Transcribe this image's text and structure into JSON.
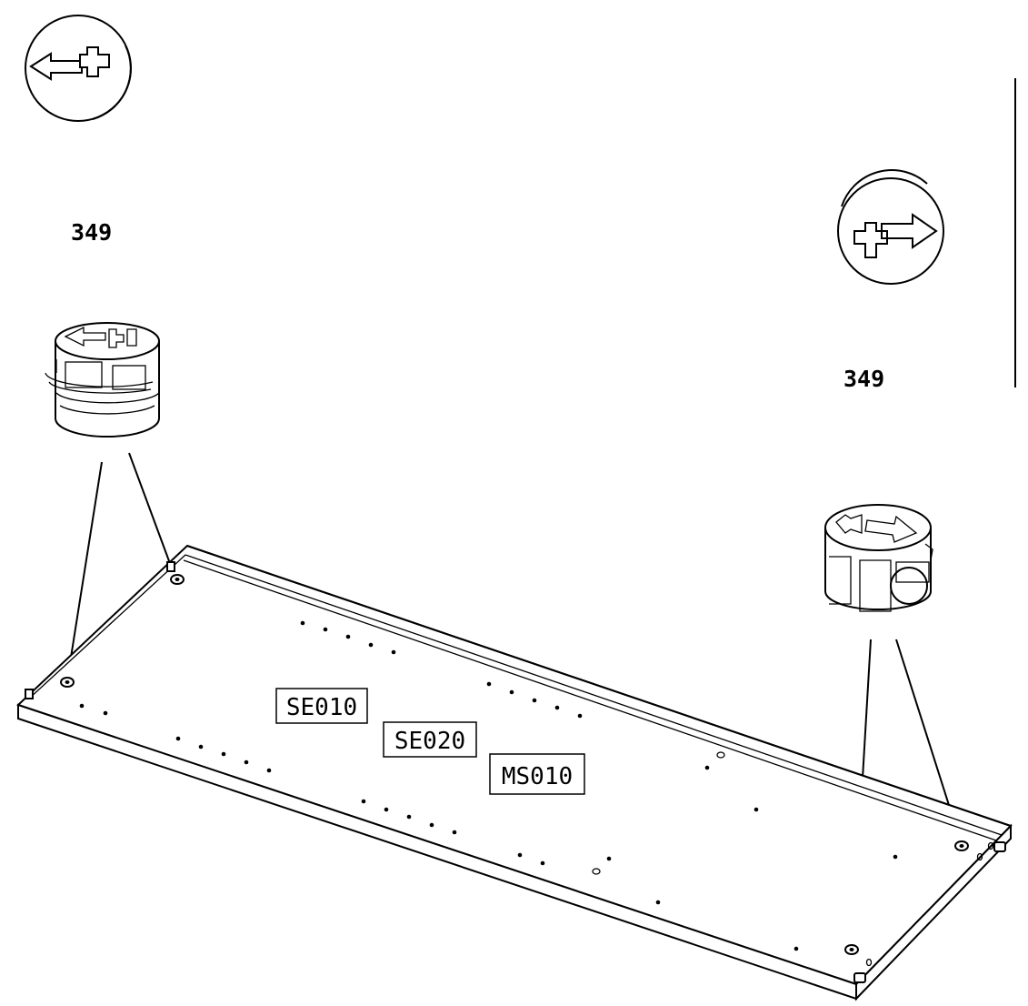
{
  "callouts": {
    "left": {
      "part_number": "349",
      "icon": "rotate-unlock-arrow-left-icon"
    },
    "right": {
      "part_number": "349",
      "icon": "rotate-lock-arrow-right-icon"
    }
  },
  "components": {
    "cam_lock_left": "cam-lock-fitting",
    "cam_lock_right": "cam-lock-fitting"
  },
  "panel": {
    "codes": [
      "SE010",
      "SE020",
      "MS010"
    ]
  }
}
